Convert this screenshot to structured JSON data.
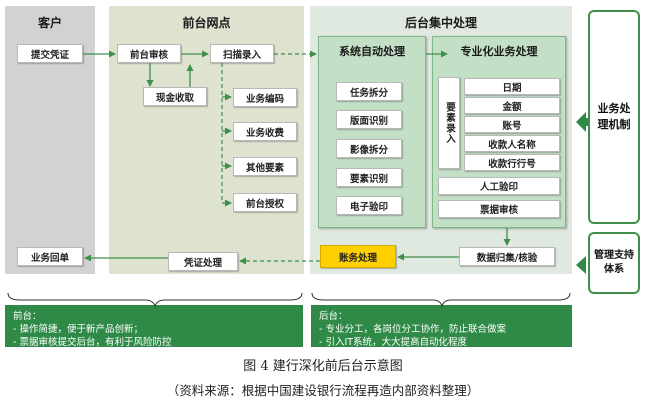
{
  "columns": {
    "customer": "客户",
    "front": "前台网点",
    "back": "后台集中处理"
  },
  "customer_boxes": {
    "submit": "提交凭证",
    "receipt": "业务回单"
  },
  "front_boxes": {
    "review": "前台审核",
    "cash": "现金收取",
    "scan": "扫描录入",
    "encode": "业务编码",
    "collect": "业务收费",
    "other": "其他要素",
    "auth": "前台授权",
    "voucher": "凭证处理"
  },
  "back": {
    "auto_title": "系统自动处理",
    "auto_items": [
      "任务拆分",
      "版面识别",
      "影像拆分",
      "要素识别",
      "电子验印"
    ],
    "pro_title": "专业化业务处理",
    "elements_label": "要素录入",
    "element_fields": [
      "日期",
      "金额",
      "账号",
      "收款人名称",
      "收款行行号"
    ],
    "manual_seal": "人工验印",
    "bill_review": "票据审核",
    "accounting": "账务处理",
    "archive": "数据归集/核验"
  },
  "side": {
    "mechanism": "业务处理机制",
    "support": "管理支持体系"
  },
  "notes": {
    "front_title": "前台：",
    "front_lines": [
      "- 操作简捷，便于新产品创新；",
      "- 票据审核提交后台，有利于风险防控"
    ],
    "back_title": "后台：",
    "back_lines": [
      "- 专业分工，各岗位分工协作，防止联合做案",
      "- 引入IT系统，大大提高自动化程度"
    ]
  },
  "caption": {
    "title": "图 4  建行深化前后台示意图",
    "source": "（资料来源：根据中国建设银行流程再造内部资料整理）"
  },
  "colors": {
    "customer_bg": "#d2d2d2",
    "front_bg": "#dde3cf",
    "back_bg": "#dfe9df",
    "group_green": "#c3dfc6",
    "accent_green": "#2f8a48",
    "highlight_yellow": "#ffd000"
  }
}
